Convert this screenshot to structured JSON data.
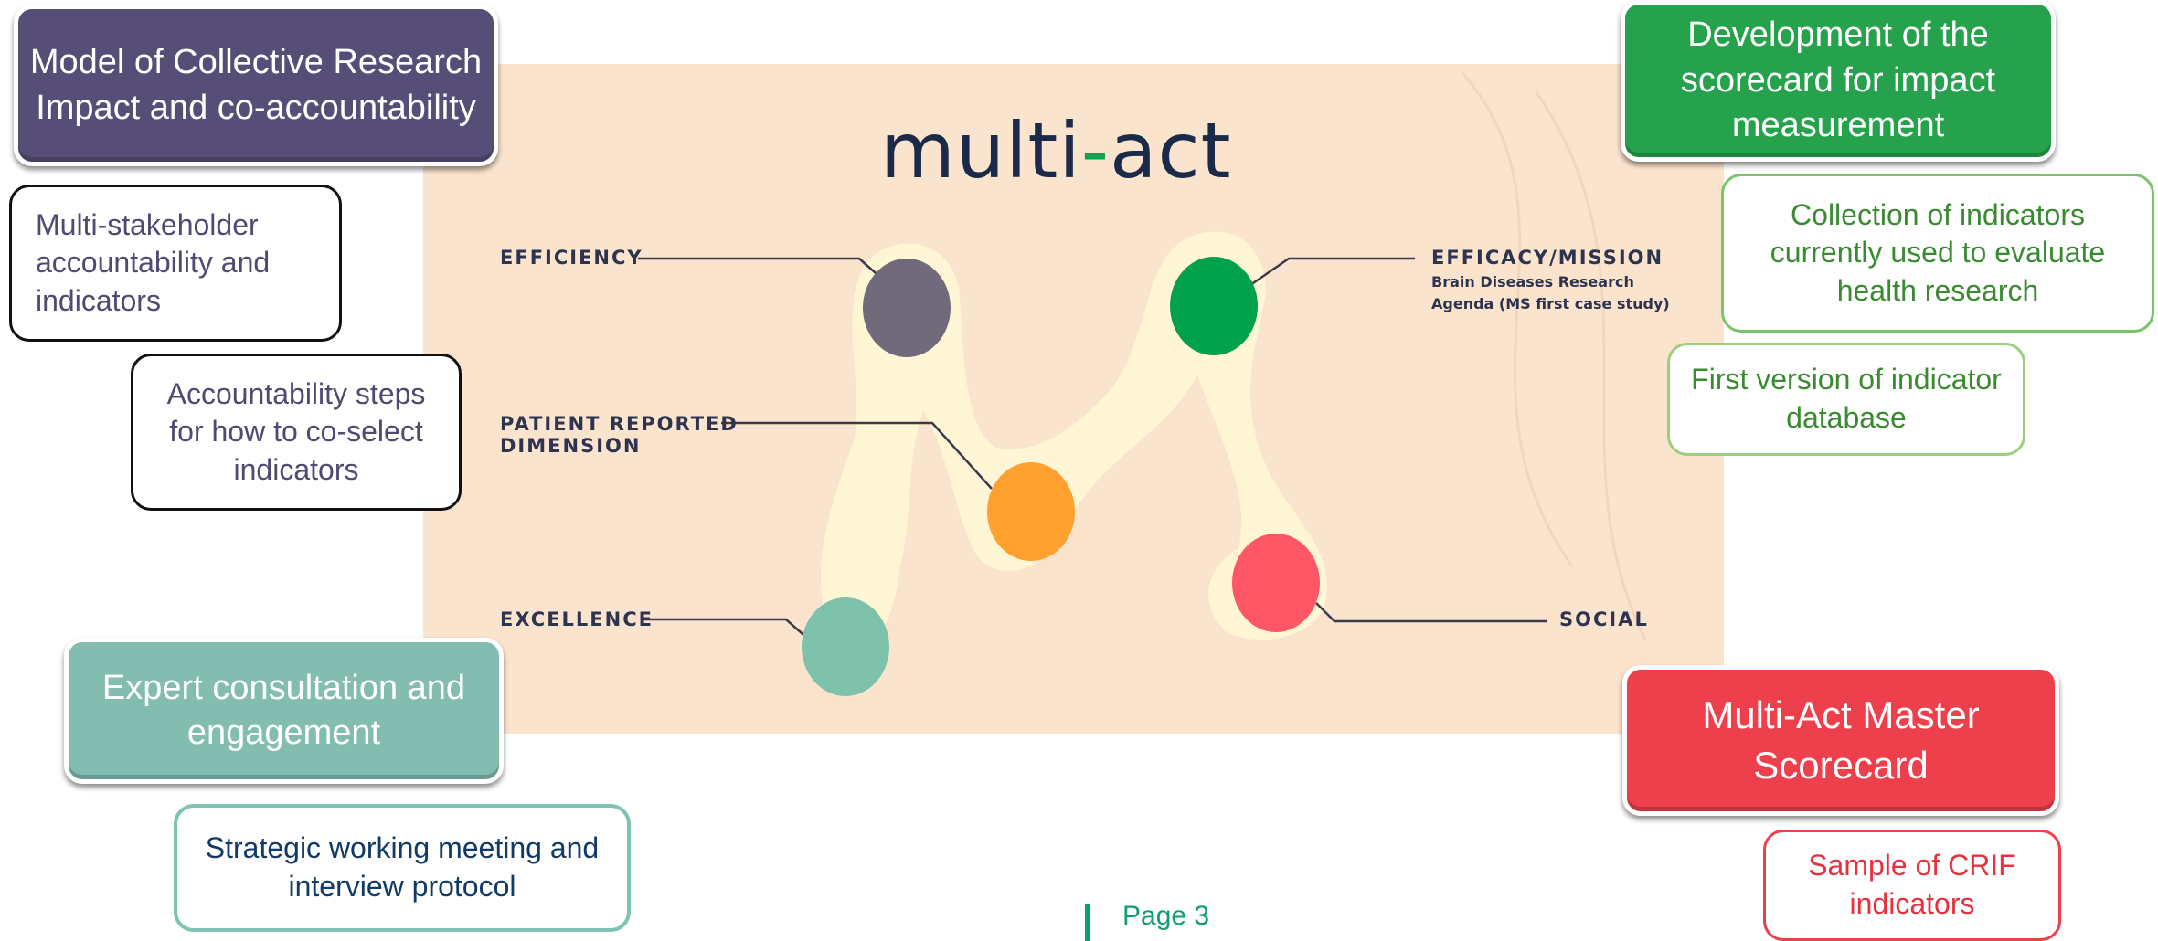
{
  "logo": {
    "prefix": "multi",
    "dash": "-",
    "suffix": "act"
  },
  "dimensions": {
    "efficiency": "EFFICIENCY",
    "patient_reported": "PATIENT REPORTED",
    "patient_reported_2": "DIMENSION",
    "excellence": "EXCELLENCE",
    "efficacy": "EFFICACY/MISSION",
    "efficacy_sub1": "Brain Diseases Research",
    "efficacy_sub2": "Agenda (MS first case study)",
    "social": "SOCIAL"
  },
  "left": {
    "model_box": "Model of Collective Research Impact and co-accountability",
    "multi_stakeholder": "Multi-stakeholder accountability and indicators",
    "accountability_steps": "Accountability steps for how to co-select indicators",
    "expert_box": "Expert consultation and engagement",
    "strategic": "Strategic working meeting and interview protocol"
  },
  "right": {
    "development_box": "Development of the scorecard for impact measurement",
    "collection": "Collection of indicators currently used  to evaluate health research",
    "first_version": "First version of indicator database",
    "master_box": "Multi-Act Master Scorecard",
    "sample": "Sample of CRIF indicators"
  },
  "footer": {
    "page": "Page 3"
  },
  "colors": {
    "purple": "#574e78",
    "green": "#25a24b",
    "teal": "#82bdb0",
    "red": "#ee3f4c",
    "efficiency_dot": "#706a7a",
    "efficacy_dot": "#00a14b",
    "patient_dot": "#ffa02f",
    "social_dot": "#ff5765",
    "excellence_dot": "#7ec2ac",
    "panel": "#fbe4cd"
  }
}
